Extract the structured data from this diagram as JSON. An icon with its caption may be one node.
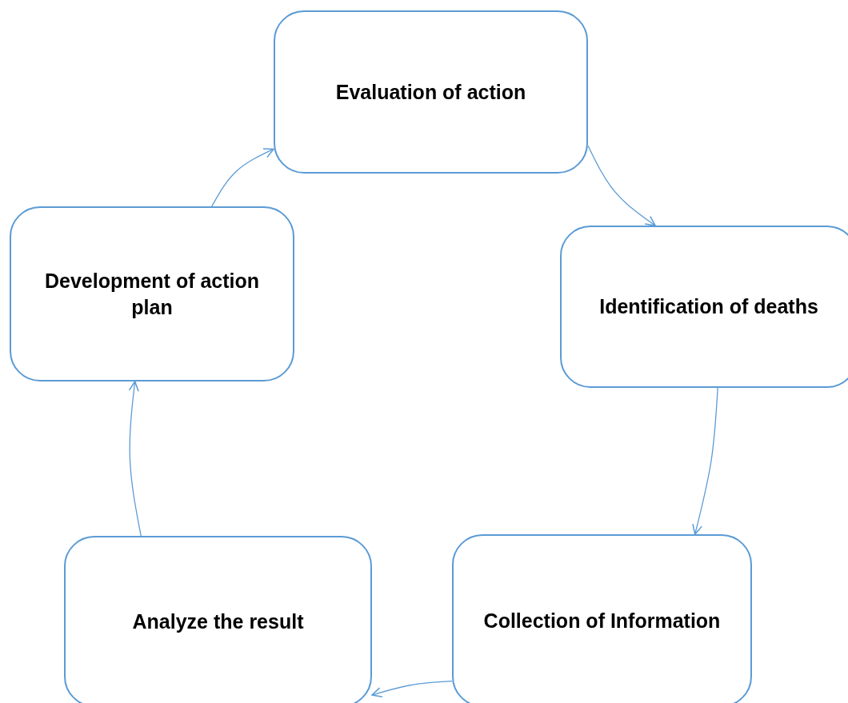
{
  "diagram": {
    "nodes": [
      {
        "text": [
          "Evaluation of action"
        ]
      },
      {
        "text": [
          "Identification of deaths"
        ]
      },
      {
        "text": [
          "Collection of Information"
        ]
      },
      {
        "text": [
          "Analyze the result"
        ]
      },
      {
        "text": [
          "Development of action plan"
        ]
      }
    ],
    "edges": [
      {
        "from": 0,
        "to": 1,
        "arrow": "to"
      },
      {
        "from": 1,
        "to": 2,
        "arrow": "to"
      },
      {
        "from": 2,
        "to": 3,
        "arrow": "to"
      },
      {
        "from": 3,
        "to": 4,
        "arrow": "to"
      },
      {
        "from": 4,
        "to": 0,
        "arrow": "to"
      }
    ]
  }
}
